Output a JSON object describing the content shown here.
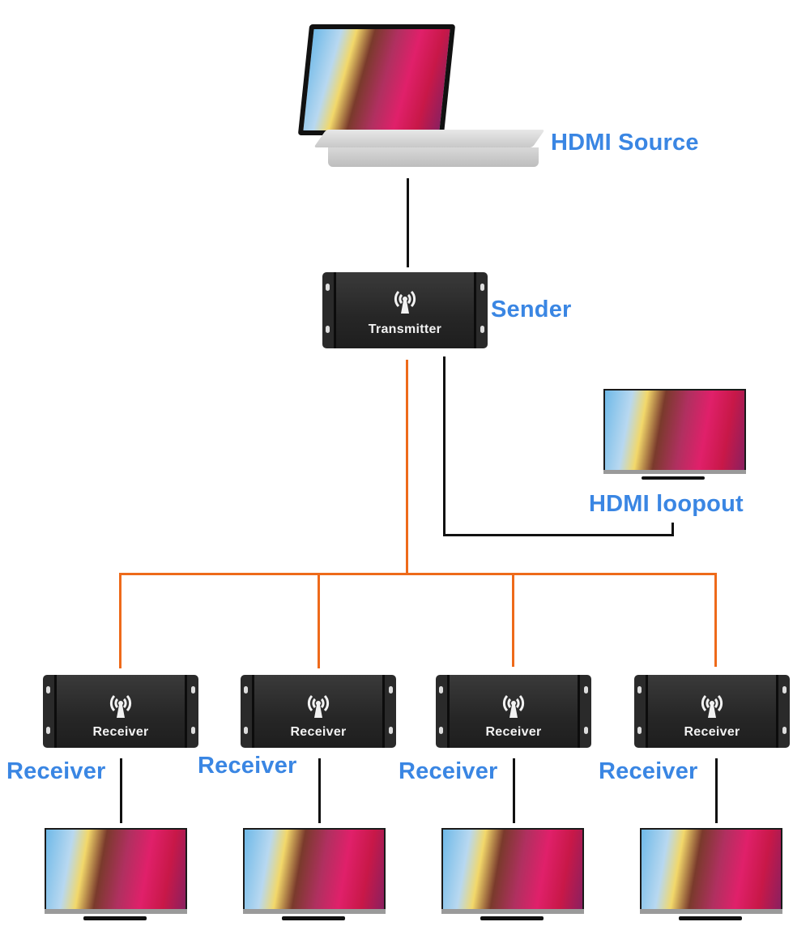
{
  "diagram": {
    "title": "HDMI wireless extender one-to-four topology",
    "labels": {
      "source": "HDMI Source",
      "sender": "Sender",
      "loopout": "HDMI loopout",
      "receivers": [
        "Receiver",
        "Receiver",
        "Receiver",
        "Receiver"
      ]
    },
    "devices": {
      "transmitter_text": "Transmitter",
      "receiver_text": [
        "Receiver",
        "Receiver",
        "Receiver",
        "Receiver"
      ]
    },
    "icons": {
      "antenna": "wireless-antenna-icon",
      "laptop": "laptop-icon",
      "tv": "tv-icon"
    },
    "colors": {
      "label": "#3a86e3",
      "wireless_link": "#ee6a1a",
      "cable": "#111111"
    }
  }
}
